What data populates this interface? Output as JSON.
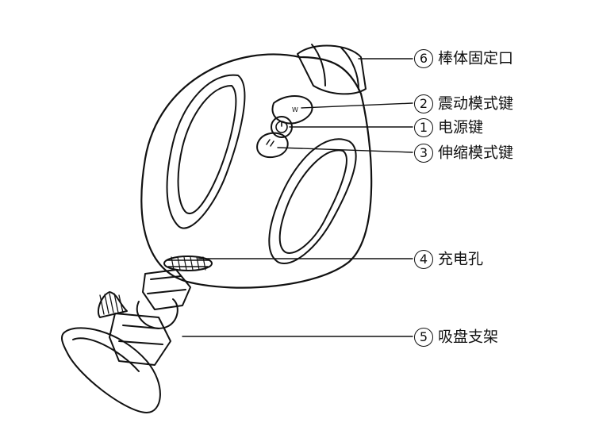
{
  "callouts": [
    {
      "num": "6",
      "text": "棒体固定口"
    },
    {
      "num": "2",
      "text": "震动模式键"
    },
    {
      "num": "1",
      "text": "电源键"
    },
    {
      "num": "3",
      "text": "伸缩模式键"
    },
    {
      "num": "4",
      "text": "充电孔"
    },
    {
      "num": "5",
      "text": "吸盘支架"
    }
  ]
}
